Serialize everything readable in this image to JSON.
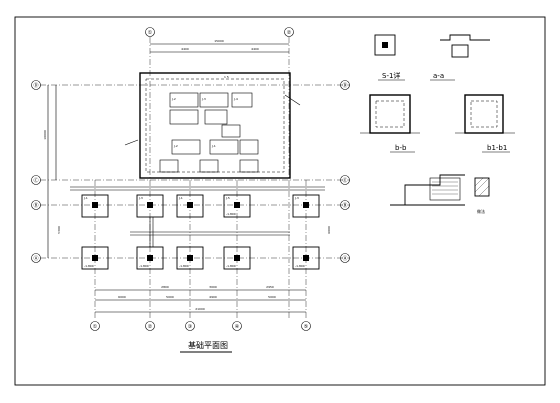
{
  "plan": {
    "title": "基础平面图",
    "dims": {
      "top_total": "15000",
      "top_left": "4400",
      "top_right": "4400",
      "bottom_total": "21000",
      "bottom_left": "6000",
      "bottom_mid1": "5000",
      "bottom_mid2": "4900",
      "bottom_right": "5000",
      "bottom_small": [
        "2800",
        "3000",
        "2950"
      ],
      "left_vertical": "10000",
      "left_vertical2": "5300",
      "right_vertical": "6000"
    },
    "axis_top": [
      "①",
      "②"
    ],
    "axis_bottom": [
      "①",
      "②",
      "③",
      "④",
      "⑤"
    ],
    "axis_left": [
      "Ⓓ",
      "Ⓒ",
      "Ⓑ",
      "Ⓐ"
    ],
    "axis_right": [
      "Ⓓ",
      "Ⓒ",
      "Ⓑ",
      "Ⓐ"
    ],
    "footing_labels": [
      "J-2",
      "J-3",
      "J-4",
      "J-2",
      "J-1",
      "J-1",
      "J-3",
      "J-1",
      "J-5",
      "J-3"
    ],
    "elev_labels": [
      "-1.800",
      "-1.800",
      "-1.800",
      "-1.800",
      "-1.800",
      "-1.800"
    ],
    "note_label": "1 5"
  },
  "details": {
    "s1_label": "S-1详",
    "aa_label": "a-a",
    "bb_label": "b-b",
    "b1b1_label": "b1-b1",
    "hatch_label": "做法"
  }
}
